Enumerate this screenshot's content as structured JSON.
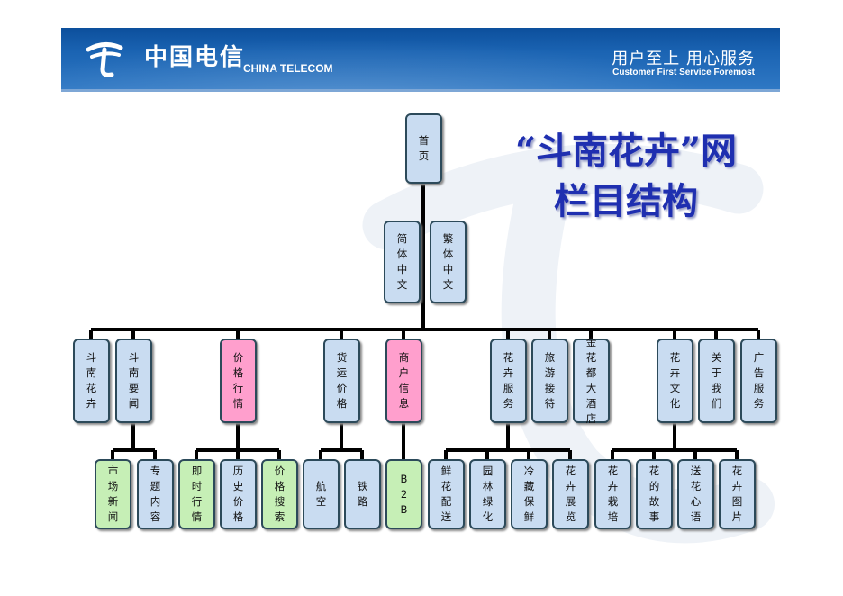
{
  "header": {
    "brand_cn": "中国电信",
    "brand_en": "CHINA TELECOM",
    "slogan_cn": "用户至上 用心服务",
    "slogan_en": "Customer First Service Foremost",
    "logo_icon": "china-telecom-logo-icon"
  },
  "title": {
    "line1": "“斗南花卉”网",
    "line2": "栏目结构"
  },
  "colors": {
    "banner": "#1b64b3",
    "title": "#1f2fb0",
    "node_blue": "#c9dcf1",
    "node_pink": "#ff9fcd",
    "node_green": "#c6efb6",
    "connector": "#000000"
  },
  "nodes": {
    "home": "首页",
    "simplified": "简体中文",
    "traditional": "繁体中文",
    "flowers": "斗南花卉",
    "news": "斗南要闻",
    "prices": "价格行情",
    "freight": "货运价格",
    "merchants": "商户信息",
    "flower_service": "花卉服务",
    "travel": "旅游接待",
    "hotel": "金花都大酒店",
    "culture": "花卉文化",
    "about": "关于我们",
    "ads": "广告服务",
    "market_news": "市场新闻",
    "features": "专题内容",
    "realtime": "即时行情",
    "history_price": "历史价格",
    "price_search": "价格搜索",
    "air": "航空",
    "rail": "铁路",
    "b2b": "B2B",
    "delivery": "鲜花配送",
    "landscaping": "园林绿化",
    "cold_storage": "冷藏保鲜",
    "exhibition": "花卉展览",
    "cultivation": "花卉栽培",
    "story": "花的故事",
    "language": "送花心语",
    "pictures": "花卉图片"
  }
}
